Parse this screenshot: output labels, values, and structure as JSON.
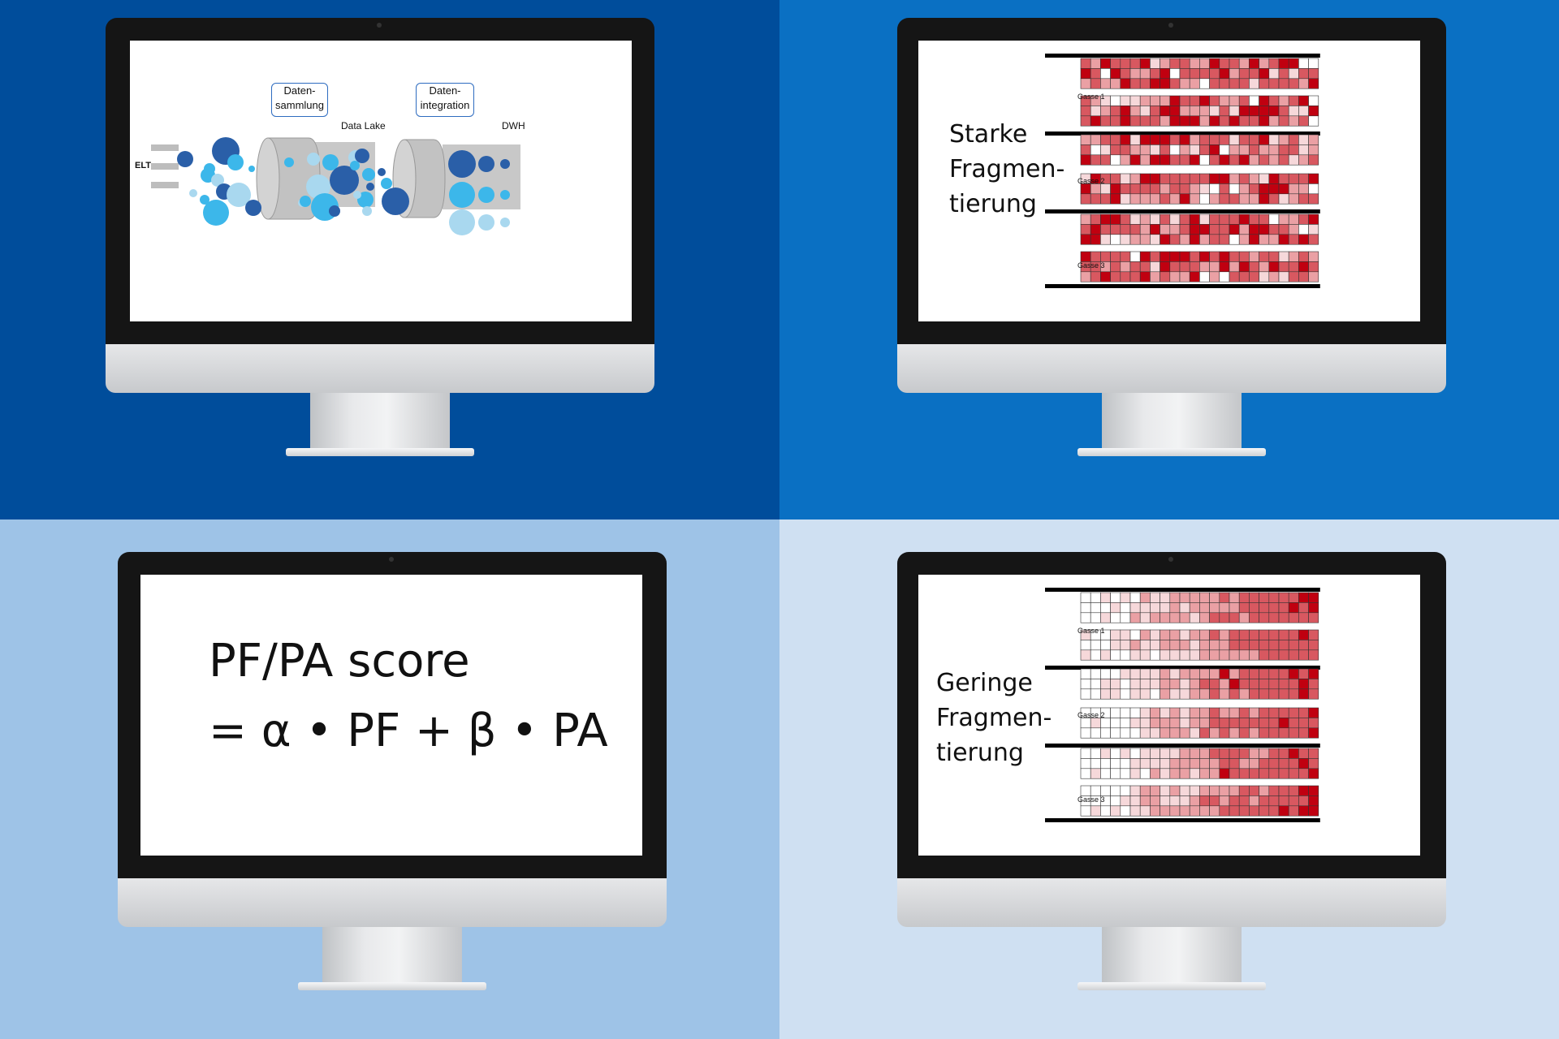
{
  "panels": {
    "top_left": {
      "background": "#004d9b",
      "box_collection": "Daten-\nsammlung",
      "box_integration": "Daten-\nintegration",
      "label_data_lake": "Data Lake",
      "label_dwh": "DWH",
      "label_elt": "ELT"
    },
    "top_right": {
      "background": "#0a70c3",
      "title_lines": [
        "Starke",
        "Fragmen-",
        "tierung"
      ],
      "lanes": [
        "Gasse 1",
        "Gasse 2",
        "Gasse 3"
      ]
    },
    "bottom_left": {
      "background": "#9ec3e7",
      "formula_line1": "PF/PA score",
      "formula_line2": "= α • PF + β • PA"
    },
    "bottom_right": {
      "background": "#cfe0f2",
      "title_lines": [
        "Geringe",
        "Fragmen-",
        "tierung"
      ],
      "lanes": [
        "Gasse 1",
        "Gasse 2",
        "Gasse 3"
      ]
    }
  },
  "colors": {
    "red_dark": "#c00010",
    "red_mid": "#d85860",
    "red_light": "#eaa0a4",
    "red_pale": "#f6d8da",
    "blue_dark": "#2a5fa8",
    "blue_light": "#3cb7ea",
    "blue_pale": "#a9d8ef"
  }
}
